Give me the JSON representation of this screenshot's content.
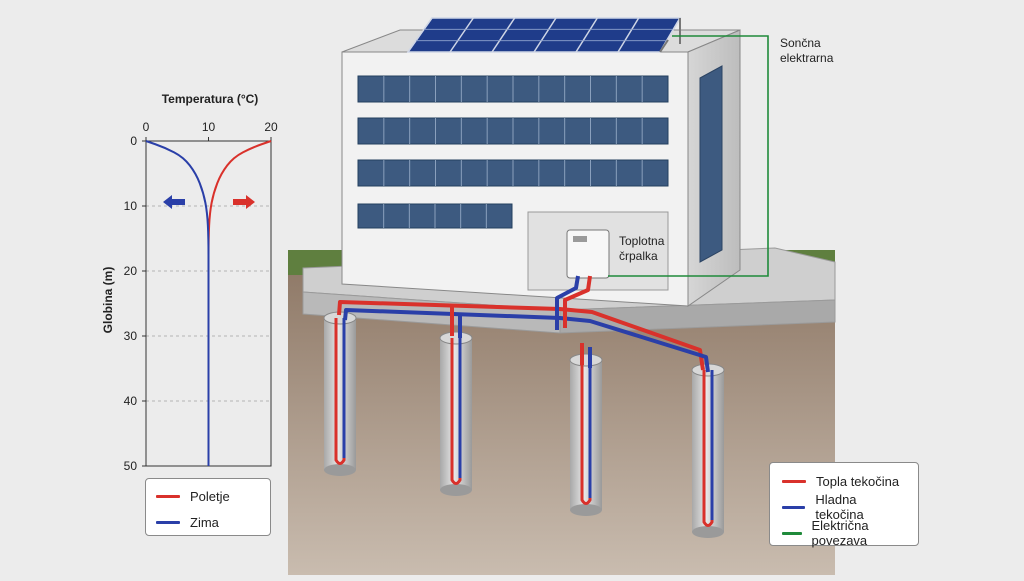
{
  "colors": {
    "warm": "#d9312b",
    "cold": "#2a3fa8",
    "electric": "#1f8a3a",
    "soil": "#8c7765",
    "grass": "#5a7d3a",
    "slab": "#c9c9c9",
    "building": "#f2f2f2",
    "window": "#3d5a80",
    "solar": "#2546a6"
  },
  "chart": {
    "title": "Temperatura (°C)",
    "ylabel": "Globina (m)",
    "x_ticks": [
      "0",
      "10",
      "20"
    ],
    "y_ticks": [
      "0",
      "10",
      "20",
      "30",
      "40",
      "50"
    ],
    "legend": {
      "summer": "Poletje",
      "winter": "Zima"
    },
    "arrow_icons": [
      "arrow-left-icon",
      "arrow-right-icon"
    ]
  },
  "chart_data": {
    "type": "line",
    "title": "Temperatura (°C)",
    "xlabel": "Temperatura (°C)",
    "ylabel": "Globina (m)",
    "xlim": [
      0,
      20
    ],
    "ylim": [
      0,
      50
    ],
    "y_inverted": true,
    "grid": "horizontal-dashed",
    "legend_position": "bottom",
    "series": [
      {
        "name": "Poletje",
        "color": "#d9312b",
        "points": [
          [
            20,
            0
          ],
          [
            17,
            1
          ],
          [
            14,
            2.5
          ],
          [
            12,
            5
          ],
          [
            10.8,
            8
          ],
          [
            10.2,
            11
          ],
          [
            10,
            15
          ],
          [
            10,
            20
          ],
          [
            10,
            30
          ],
          [
            10,
            40
          ],
          [
            10,
            50
          ]
        ]
      },
      {
        "name": "Zima",
        "color": "#2a3fa8",
        "points": [
          [
            0,
            0
          ],
          [
            3,
            1
          ],
          [
            6,
            2.5
          ],
          [
            8,
            5
          ],
          [
            9.2,
            8
          ],
          [
            9.8,
            11
          ],
          [
            10,
            15
          ],
          [
            10,
            20
          ],
          [
            10,
            30
          ],
          [
            10,
            40
          ],
          [
            10,
            50
          ]
        ]
      }
    ]
  },
  "labels": {
    "solar": "Sončna elektrarna",
    "solar_line1": "Sončna",
    "solar_line2": "elektrarna",
    "heatpump_line1": "Toplotna",
    "heatpump_line2": "črpalka"
  },
  "legend": {
    "items": [
      {
        "label": "Topla tekočina",
        "color": "#d9312b"
      },
      {
        "label": "Hladna tekočina",
        "color": "#2a3fa8"
      },
      {
        "label": "Električna povezava",
        "color": "#1f8a3a"
      }
    ]
  },
  "boreholes": [
    "borehole-1",
    "borehole-2",
    "borehole-3",
    "borehole-4"
  ]
}
